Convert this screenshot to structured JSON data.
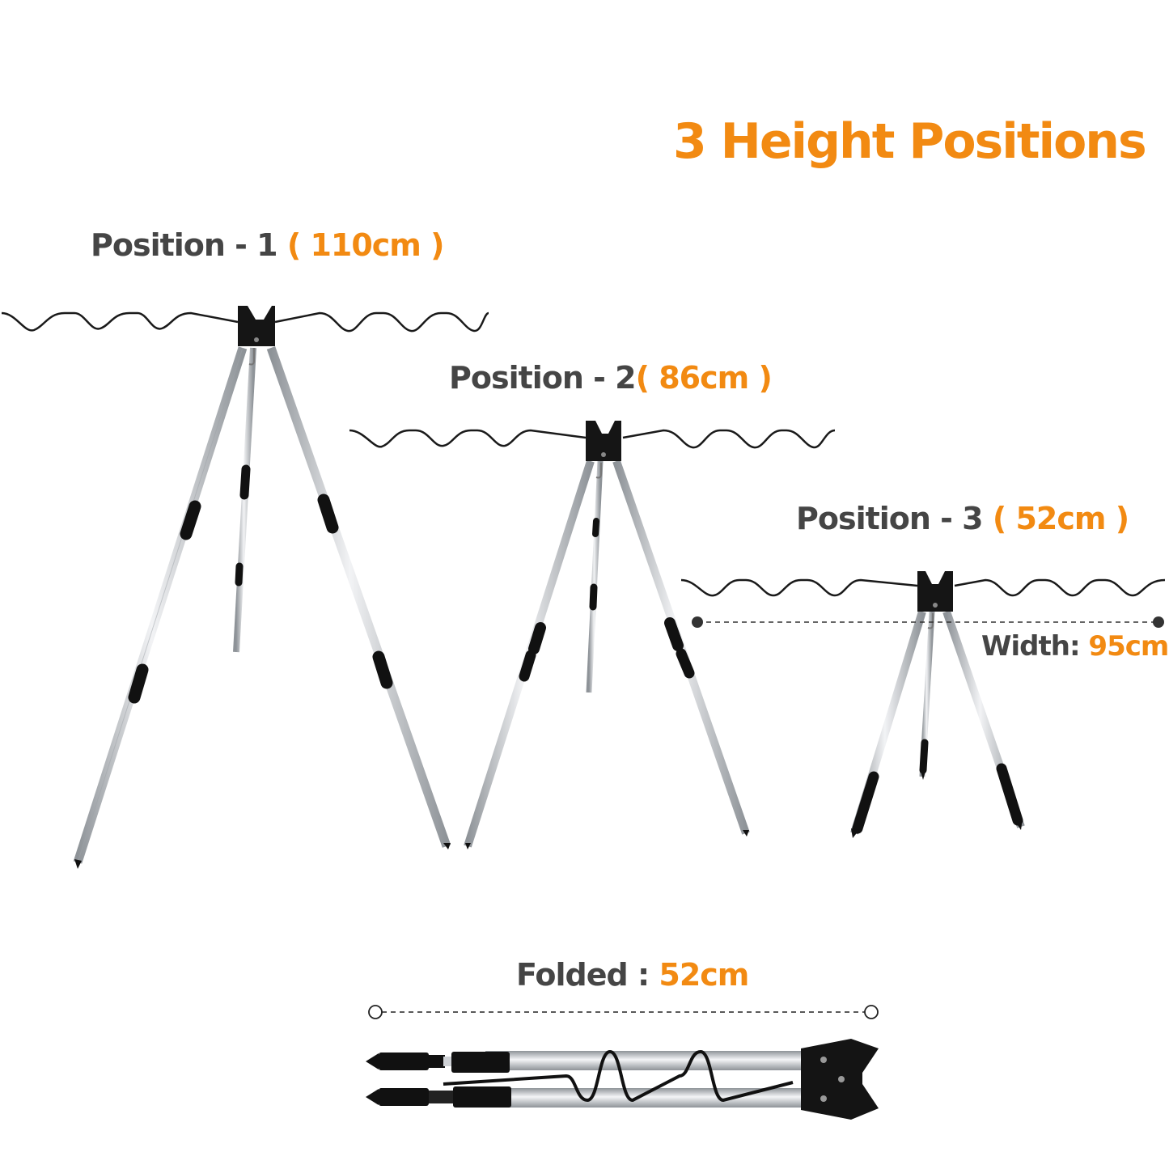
{
  "title": "3 Height Positions",
  "positions": [
    {
      "label": "Position - 1",
      "height": "( 110cm )"
    },
    {
      "label": "Position - 2",
      "height": "( 86cm )"
    },
    {
      "label": "Position - 3",
      "height": "( 52cm )"
    }
  ],
  "width": {
    "label": "Width:",
    "value": "95cm"
  },
  "folded": {
    "label": "Folded :",
    "value": "52cm"
  },
  "colors": {
    "accent": "#f28a12",
    "label": "#454545",
    "metal": "#c9ccd0",
    "black": "#111111"
  }
}
